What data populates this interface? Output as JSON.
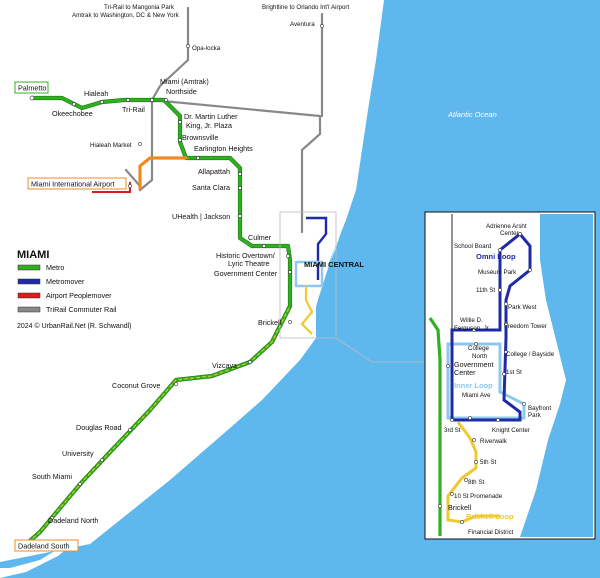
{
  "title": "MIAMI",
  "credit": "2024 © UrbanRail.Net (R. Schwandl)",
  "ocean": "Atlantic Ocean",
  "colors": {
    "water": "#5eb8ee",
    "metro": "#30b020",
    "metromover": "#1f2aa8",
    "airport_peoplemover": "#e01a1a",
    "trirail": "#888888",
    "omni_loop": "#1f2aa8",
    "inner_loop": "#8fc8ee",
    "brickell_loop": "#f0c830",
    "metro_orange": "#f08a20"
  },
  "legend": [
    {
      "label": "Metro",
      "line": "metro"
    },
    {
      "label": "Metromover",
      "line": "metromover"
    },
    {
      "label": "Airport Peoplemover",
      "line": "airport_peoplemover"
    },
    {
      "label": "TriRail Commuter Rail",
      "line": "trirail"
    }
  ],
  "connections": {
    "trirail_north": "Tri-Rail to Mangonia Park",
    "amtrak_north": "Amtrak to Washington, DC & New York",
    "brightline": "Brightline to Orlando Int'l Airport"
  },
  "stations": {
    "palmetto": "Palmetto",
    "okeechobee": "Okeechobee",
    "hialeah": "Hialeah",
    "trirail": "Tri-Rail",
    "miami_amtrak": "Miami (Amtrak)",
    "northside": "Northside",
    "mlk_1": "Dr. Martin Luther",
    "mlk_2": "King, Jr. Plaza",
    "brownsville": "Brownsville",
    "earlington": "Earlington Heights",
    "hialeah_market": "Hialeah Market",
    "mia": "Miami International Airport",
    "allapattah": "Allapattah",
    "santa_clara": "Santa Clara",
    "uhealth": "UHealth | Jackson",
    "culmer": "Culmer",
    "overtown_1": "Historic Overtown/",
    "overtown_2": "Lyric Theatre",
    "government_center": "Government Center",
    "miami_central": "MIAMI CENTRAL",
    "brickell": "Brickell",
    "vizcaya": "Vizcaya",
    "coconut_grove": "Coconut Grove",
    "douglas_road": "Douglas Road",
    "university": "University",
    "south_miami": "South Miami",
    "dadeland_north": "Dadeland North",
    "dadeland_south": "Dadeland South",
    "opa_locka": "Opa-locka",
    "aventura": "Aventura"
  },
  "inset": {
    "adrienne_1": "Adrienne Arsht",
    "adrienne_2": "Center",
    "school_board": "School Board",
    "omni_loop": "Omni Loop",
    "museum_park": "Museum Park",
    "eleventh": "11th St",
    "park_west": "Park West",
    "freedom_tower": "Freedom Tower",
    "willie_1": "Willie D.",
    "willie_2": "Ferguson, Jr.",
    "college_north_1": "College",
    "college_north_2": "North",
    "college_bayside": "College / Bayside",
    "gov_center_1": "Government",
    "gov_center_2": "Center",
    "first_st": "1st St",
    "inner_loop": "Inner Loop",
    "miami_ave": "Miami Ave",
    "bayfront_1": "Bayfront",
    "bayfront_2": "Park",
    "third_st": "3rd St",
    "knight_center": "Knight Center",
    "riverwalk": "Riverwalk",
    "fifth_st": "5th St",
    "eighth_st": "8th St",
    "tenth_st": "10 St Promenade",
    "brickell": "Brickell",
    "brickell_loop": "Brickell Loop",
    "financial_district": "Financial District"
  }
}
